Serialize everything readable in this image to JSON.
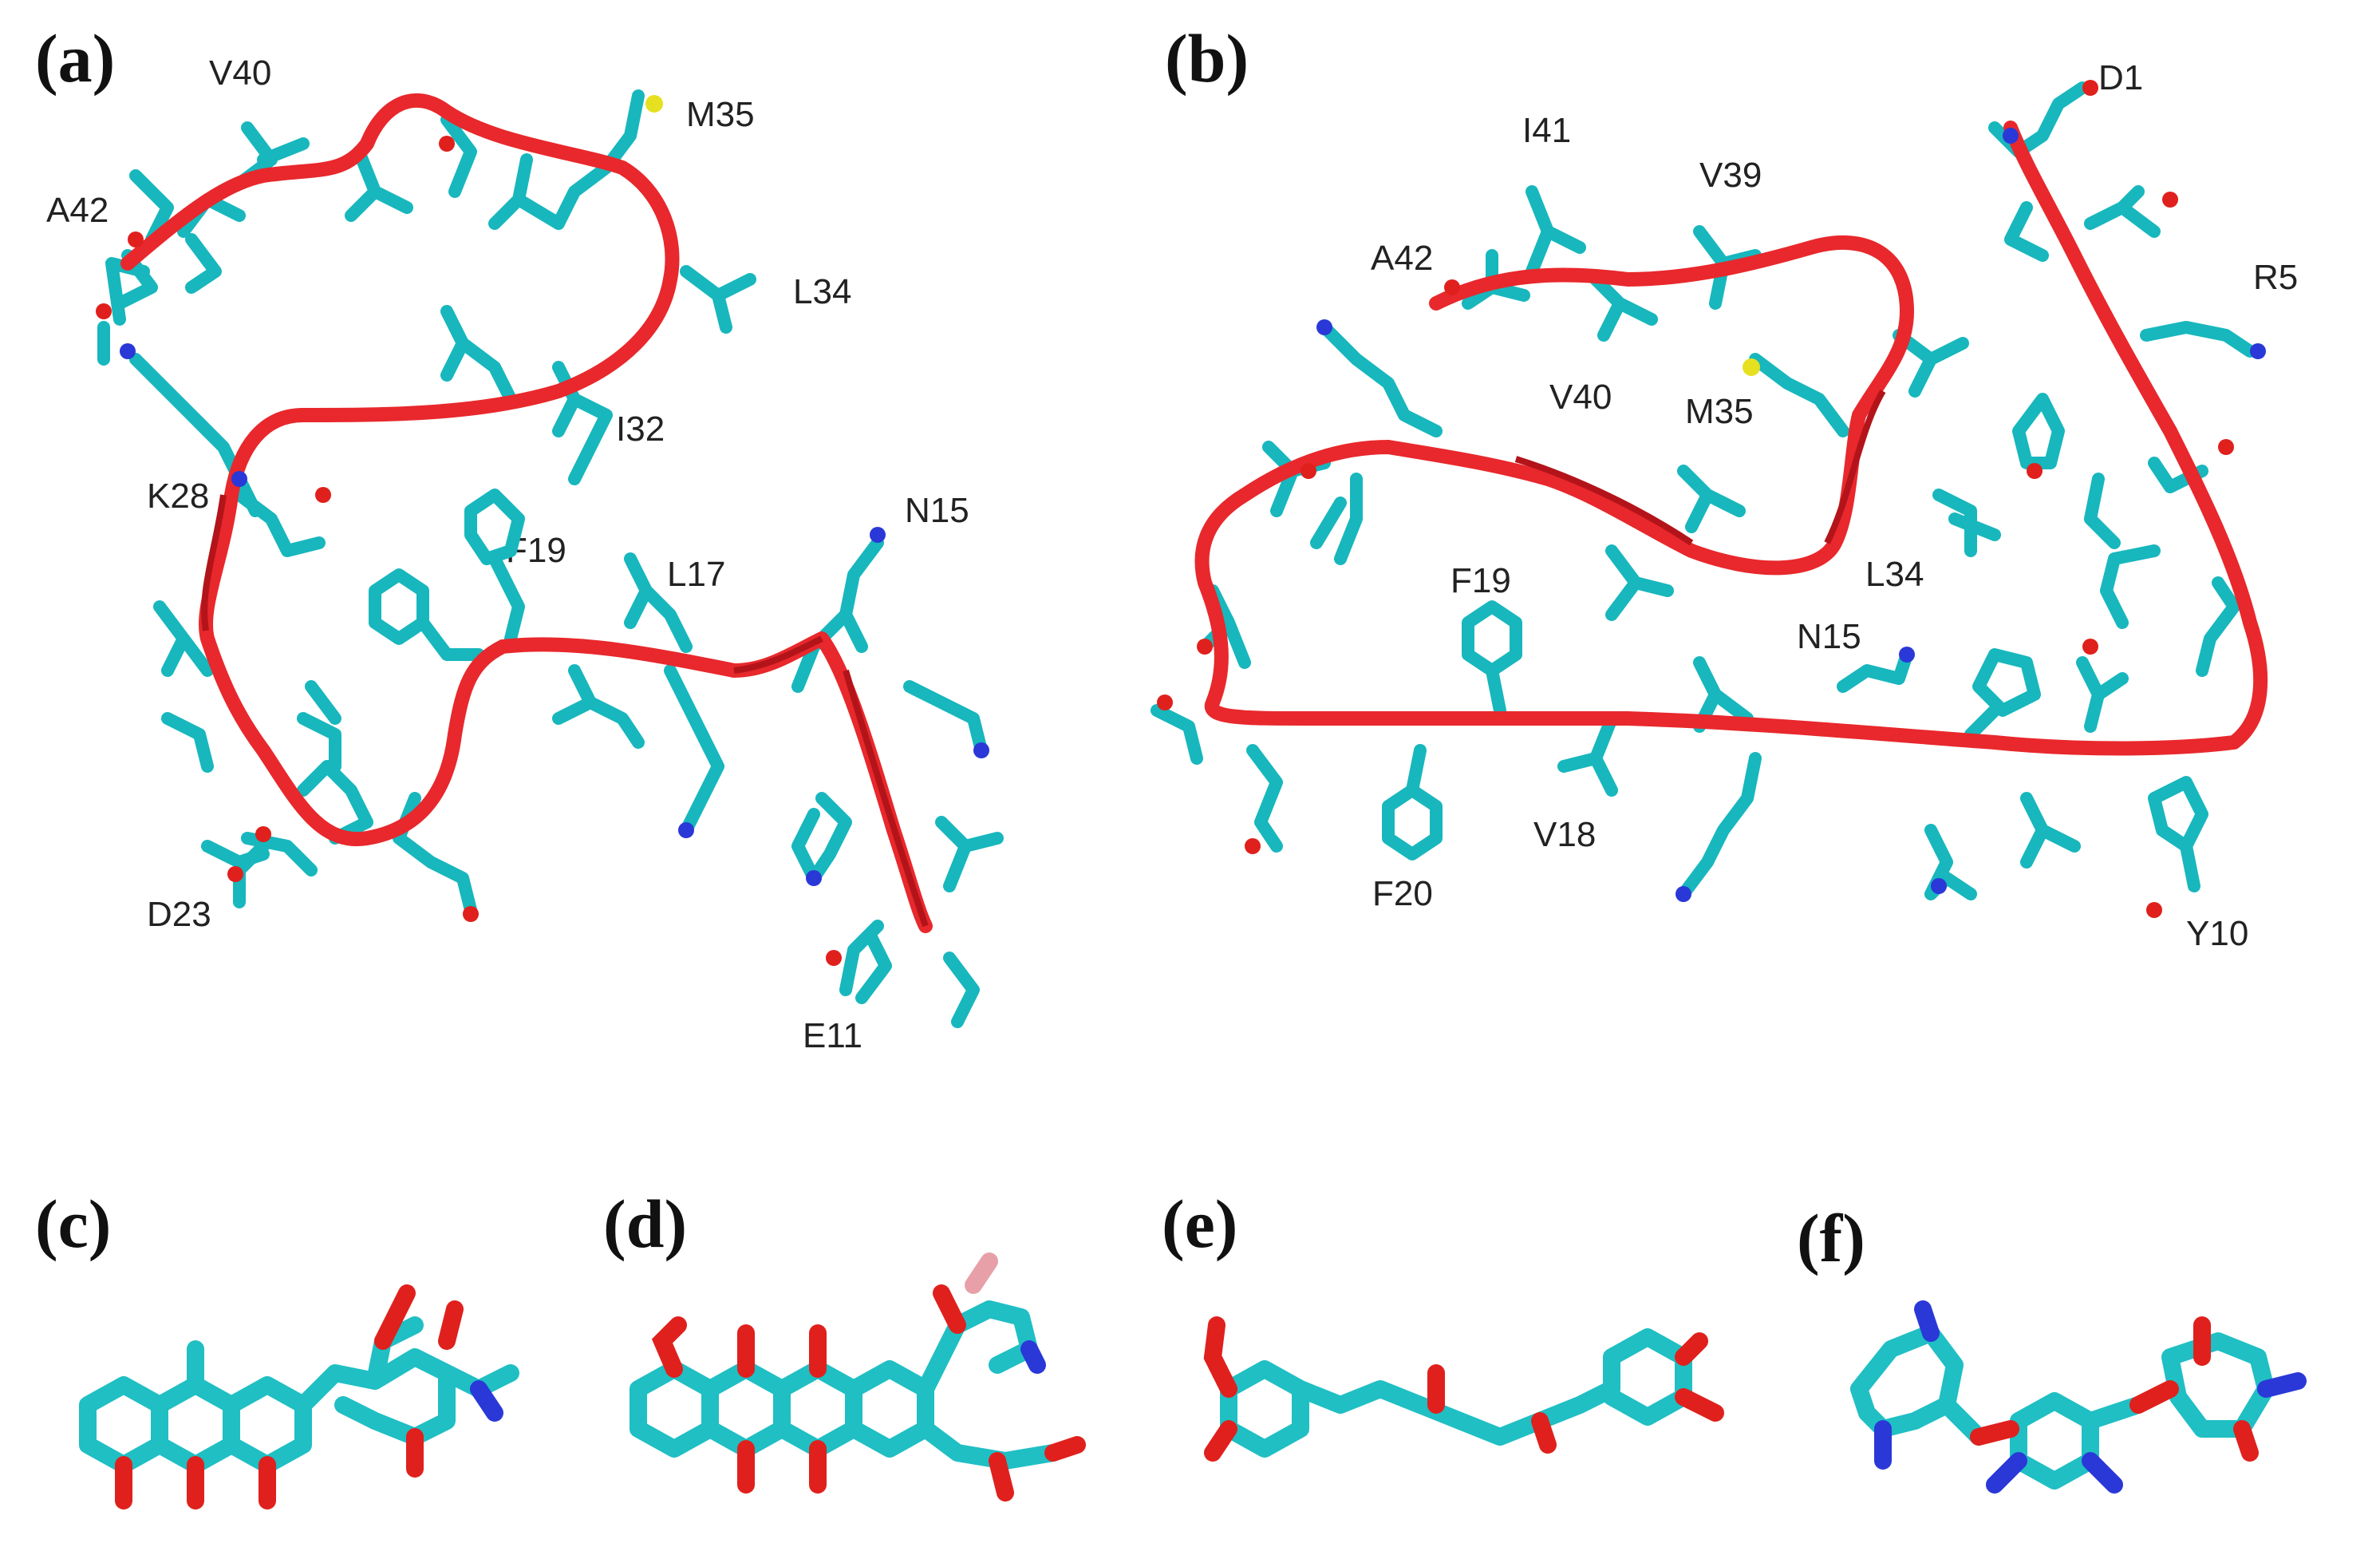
{
  "panels": {
    "a": {
      "letter": "(a)",
      "residues": [
        "V40",
        "M35",
        "A42",
        "L34",
        "I32",
        "K28",
        "N15",
        "F19",
        "L17",
        "D23",
        "E11"
      ]
    },
    "b": {
      "letter": "(b)",
      "residues": [
        "D1",
        "I41",
        "V39",
        "A42",
        "R5",
        "V40",
        "M35",
        "F19",
        "L34",
        "N15",
        "V18",
        "F20",
        "Y10"
      ]
    },
    "c": {
      "letter": "(c)"
    },
    "d": {
      "letter": "(d)"
    },
    "e": {
      "letter": "(e)"
    },
    "f": {
      "letter": "(f)"
    }
  },
  "colors": {
    "carbon": "#17b7bd",
    "oxygen": "#e0201c",
    "nitrogen": "#2a38d8",
    "sulfur": "#e6e020",
    "ribbon": "#e8282c"
  }
}
